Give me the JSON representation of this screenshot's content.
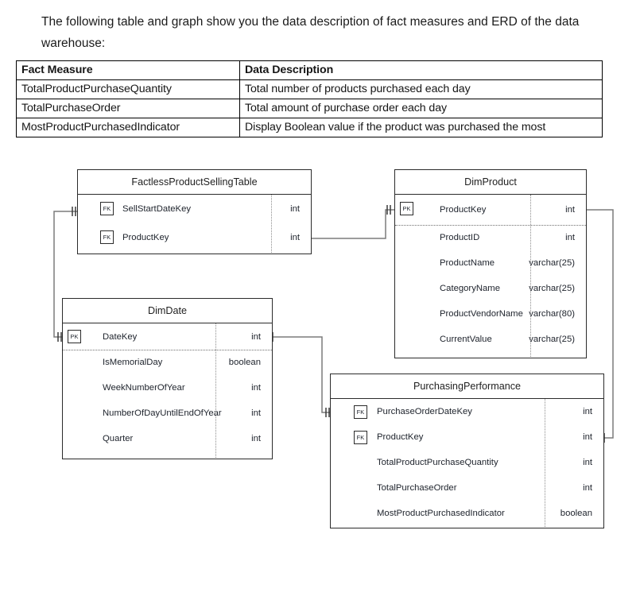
{
  "intro": {
    "text": "The following table and graph show you the data description of fact measures and ERD of the data warehouse:"
  },
  "fact_table": {
    "headers": [
      "Fact Measure",
      "Data Description"
    ],
    "rows": [
      [
        "TotalProductPurchaseQuantity",
        "Total number of products purchased each day"
      ],
      [
        "TotalPurchaseOrder",
        "Total amount of purchase order each day"
      ],
      [
        "MostProductPurchasedIndicator",
        "Display Boolean value if the product was purchased the most"
      ]
    ]
  },
  "erd": {
    "entities": [
      {
        "id": "factless-product-selling-table",
        "name": "FactlessProductSellingTable",
        "attributes": [
          {
            "key": "FK",
            "name": "SellStartDateKey",
            "type": "int"
          },
          {
            "key": "FK",
            "name": "ProductKey",
            "type": "int"
          }
        ]
      },
      {
        "id": "dim-product",
        "name": "DimProduct",
        "attributes": [
          {
            "key": "PK",
            "name": "ProductKey",
            "type": "int"
          },
          {
            "key": "",
            "name": "ProductID",
            "type": "int"
          },
          {
            "key": "",
            "name": "ProductName",
            "type": "varchar(25)"
          },
          {
            "key": "",
            "name": "CategoryName",
            "type": "varchar(25)"
          },
          {
            "key": "",
            "name": "ProductVendorName",
            "type": "varchar(80)"
          },
          {
            "key": "",
            "name": "CurrentValue",
            "type": "varchar(25)"
          }
        ]
      },
      {
        "id": "dim-date",
        "name": "DimDate",
        "attributes": [
          {
            "key": "PK",
            "name": "DateKey",
            "type": "int"
          },
          {
            "key": "",
            "name": "IsMemorialDay",
            "type": "boolean"
          },
          {
            "key": "",
            "name": "WeekNumberOfYear",
            "type": "int"
          },
          {
            "key": "",
            "name": "NumberOfDayUntilEndOfYear",
            "type": "int"
          },
          {
            "key": "",
            "name": "Quarter",
            "type": "int"
          }
        ]
      },
      {
        "id": "purchasing-performance",
        "name": "PurchasingPerformance",
        "attributes": [
          {
            "key": "FK",
            "name": "PurchaseOrderDateKey",
            "type": "int"
          },
          {
            "key": "FK",
            "name": "ProductKey",
            "type": "int"
          },
          {
            "key": "",
            "name": "TotalProductPurchaseQuantity",
            "type": "int"
          },
          {
            "key": "",
            "name": "TotalPurchaseOrder",
            "type": "int"
          },
          {
            "key": "",
            "name": "MostProductPurchasedIndicator",
            "type": "boolean"
          }
        ]
      }
    ],
    "relationships": [
      {
        "from": "dim-date.DateKey",
        "to": "factless-product-selling-table.SellStartDateKey"
      },
      {
        "from": "factless-product-selling-table.ProductKey",
        "to": "dim-product.ProductKey"
      },
      {
        "from": "dim-date.DateKey",
        "to": "purchasing-performance.PurchaseOrderDateKey"
      },
      {
        "from": "dim-product.ProductKey",
        "to": "purchasing-performance.ProductKey"
      }
    ]
  },
  "colors": {
    "line": "#7b7b7b",
    "border": "#2b2b2b",
    "text": "#20252e",
    "table_border": "#000000"
  }
}
